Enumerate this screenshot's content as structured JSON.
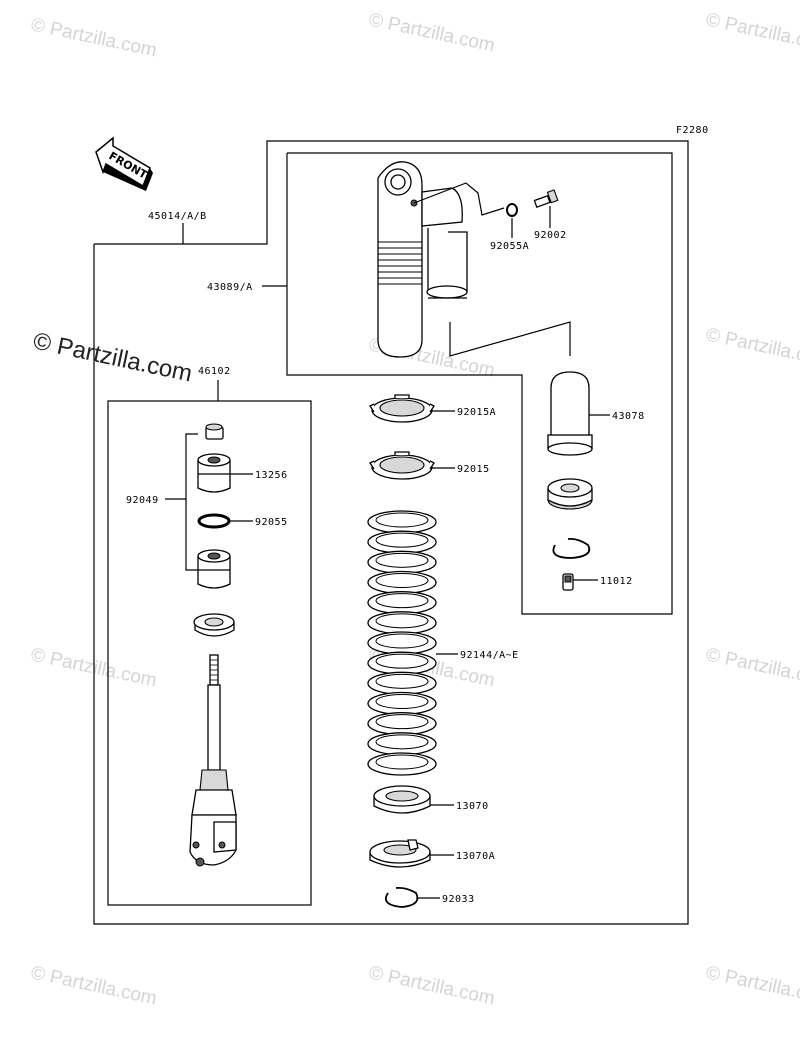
{
  "figure_code": "F2280",
  "front_label": "FRONT",
  "watermark_text": "© Partzilla.com",
  "colors": {
    "line": "#000000",
    "watermark": "#d4d4d4",
    "background": "#ffffff"
  },
  "callouts": {
    "p45014": "45014/A/B",
    "p43089": "43089/A",
    "p92055A": "92055A",
    "p92002": "92002",
    "p46102": "46102",
    "p43078": "43078",
    "p92015A": "92015A",
    "p92015": "92015",
    "p13256": "13256",
    "p92049": "92049",
    "p92055": "92055",
    "p11012": "11012",
    "p92144": "92144/A~E",
    "p13070": "13070",
    "p13070A": "13070A",
    "p92033": "92033"
  }
}
